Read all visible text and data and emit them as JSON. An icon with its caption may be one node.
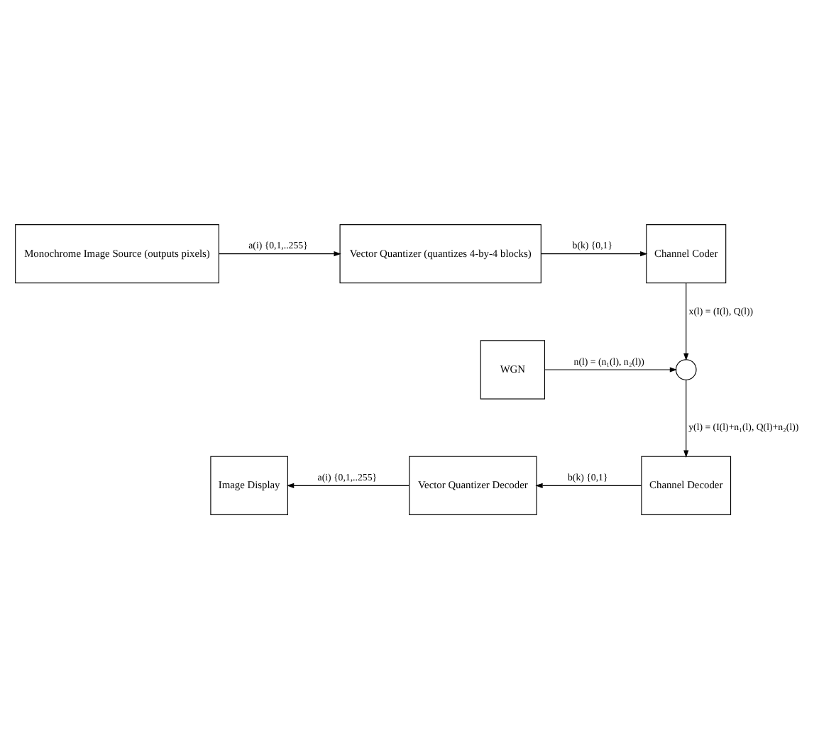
{
  "diagram": {
    "nodes": [
      {
        "text": [
          "Monochrome Image Source (outputs pixels)"
        ]
      },
      {
        "text": [
          "Vector Quantizer (quantizes 4-by-4 blocks)"
        ]
      },
      {
        "text": [
          "Channel Coder"
        ]
      },
      {
        "text": [
          "WGN"
        ]
      },
      {
        "text": [],
        "shape": "circle"
      },
      {
        "text": [
          "Channel Decoder"
        ]
      },
      {
        "text": [
          "Vector Quantizer Decoder"
        ]
      },
      {
        "text": [
          "Image Display"
        ]
      }
    ],
    "edges": [
      {
        "from": 0,
        "to": 1,
        "arrow": "to",
        "label": "a(i) {0,1,..255}"
      },
      {
        "from": 1,
        "to": 2,
        "arrow": "to",
        "label": "b(k) {0,1}"
      },
      {
        "from": 2,
        "to": 4,
        "arrow": "to",
        "label": "x(l) = (I(l), Q(l))"
      },
      {
        "from": 3,
        "to": 4,
        "arrow": "to",
        "label": "n(l) = (n₁(l), n₂(l))"
      },
      {
        "from": 4,
        "to": 5,
        "arrow": "to",
        "label": "y(l) = (I(l)+n₁(l), Q(l)+n₂(l))"
      },
      {
        "from": 5,
        "to": 6,
        "arrow": "to",
        "label": "b(k) {0,1}"
      },
      {
        "from": 6,
        "to": 7,
        "arrow": "to",
        "label": "a(i) {0,1,..255}"
      }
    ]
  }
}
